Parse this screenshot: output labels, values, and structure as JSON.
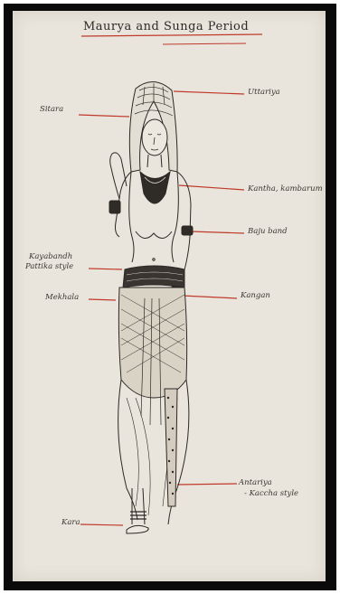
{
  "title": "Maurya and Sunga Period",
  "colors": {
    "ink": "#2b2825",
    "accent": "#c0392b",
    "paper": "#e9e5dc",
    "frame": "#0a0a0a"
  },
  "labels": {
    "sitara": "Sitara",
    "uttariya": "Uttariya",
    "kantha": "Kantha, kambarum",
    "bajuband": "Baju band",
    "kayabandh": "Kayabandh",
    "kayabandh_sub": "Pattika style",
    "mekhala": "Mekhala",
    "kangan": "Kangan",
    "antariya": "Antariya",
    "antariya_sub": "- Kaccha style",
    "kara": "Kara"
  }
}
